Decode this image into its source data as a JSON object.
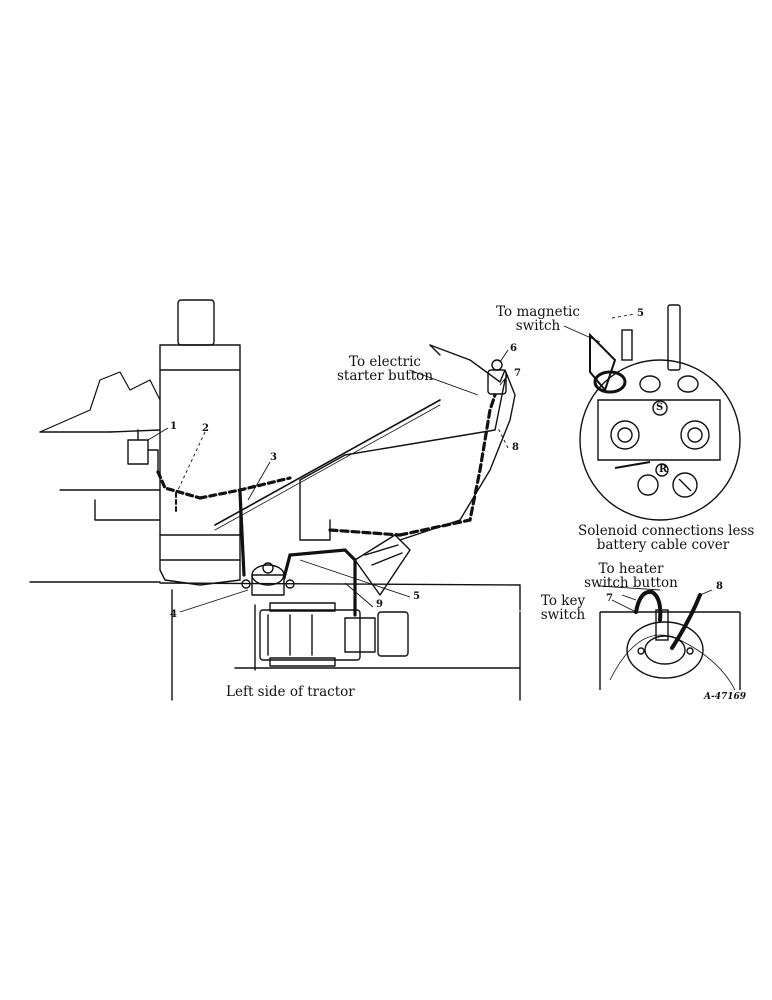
{
  "captions": {
    "left_side": "Left side of tractor",
    "solenoid_caption_line1": "Solenoid connections less",
    "solenoid_caption_line2": "battery cable cover",
    "to_electric_line1": "To electric",
    "to_electric_line2": "starter button",
    "to_magnetic_line1": "To magnetic",
    "to_magnetic_line2": "switch",
    "to_heater_line1": "To heater",
    "to_heater_line2": "switch button",
    "to_key_line1": "To key",
    "to_key_line2": "switch"
  },
  "callouts": {
    "n1": "1",
    "n2": "2",
    "n3": "3",
    "n4": "4",
    "n5_main": "5",
    "n5_detail": "5",
    "n6": "6",
    "n7_main": "7",
    "n7_detail": "7",
    "n8_main": "8",
    "n8_detail": "8",
    "n9": "9"
  },
  "terminal_marks": {
    "s": "S",
    "r": "R"
  },
  "figure_ref": "A-47169",
  "colors": {
    "ink": "#111111",
    "paper": "#ffffff"
  }
}
